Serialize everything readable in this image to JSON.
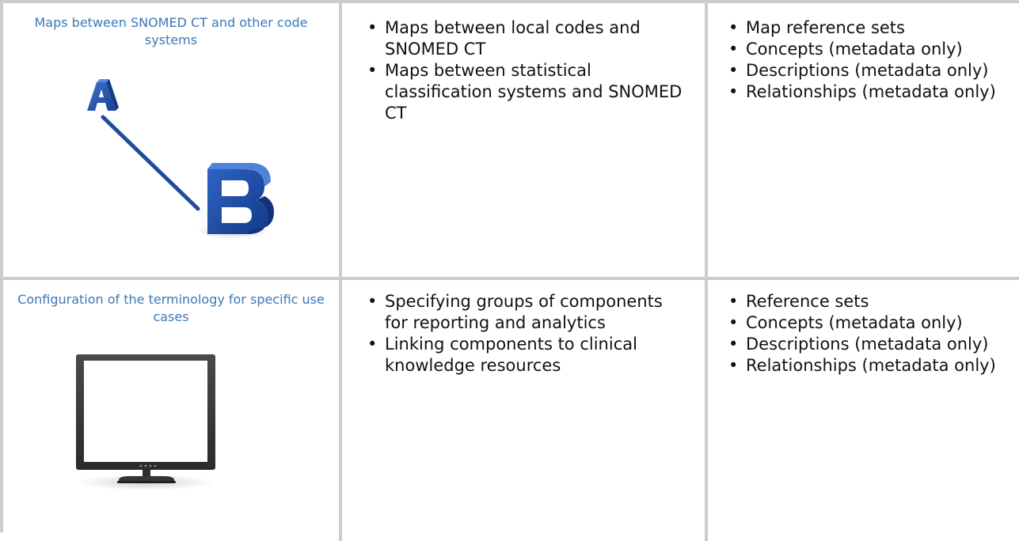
{
  "rows": [
    {
      "heading": "Maps between SNOMED CT and other code systems",
      "illustration": "a-to-b-map-icon",
      "purposes": [
        "Maps between local codes and SNOMED CT",
        "Maps between statistical classification systems and SNOMED CT"
      ],
      "components": [
        "Map reference sets",
        "Concepts (metadata only)",
        "Descriptions (metadata only)",
        "Relationships (metadata only)"
      ]
    },
    {
      "heading": "Configuration of the terminology for specific use cases",
      "illustration": "monitor-icon",
      "purposes": [
        "Specifying groups of components for reporting and analytics",
        "Linking components to clinical knowledge resources"
      ],
      "components": [
        "Reference sets",
        "Concepts (metadata only)",
        "Descriptions (metadata only)",
        "Relationships (metadata only)"
      ]
    }
  ],
  "colors": {
    "heading": "#3a78b5",
    "border": "#cccccc",
    "letter_blue": "#1f4ea0"
  }
}
